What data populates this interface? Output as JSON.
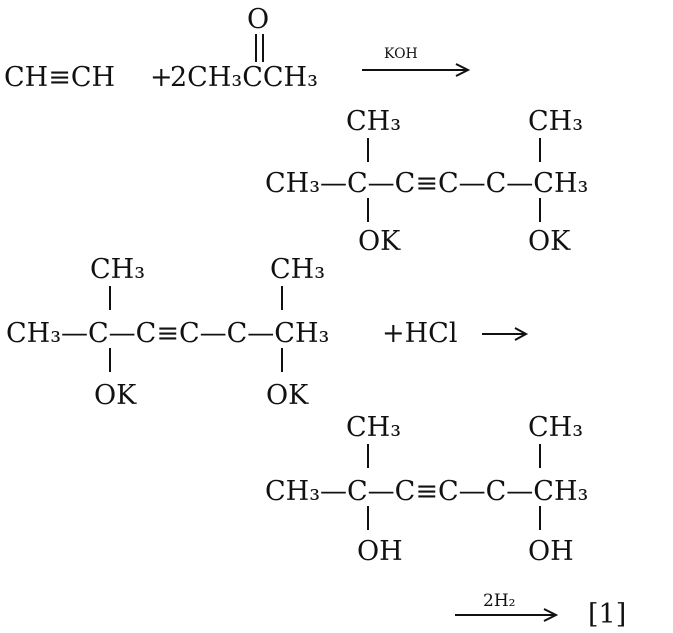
{
  "reaction1": {
    "ethyne": "CH≡CH",
    "plus": "+",
    "acetone_o": "O",
    "acetone_text": "2CH₃CCH₃",
    "reagent": "KOH",
    "product_top_left": "CH₃",
    "product_top_right": "CH₃",
    "product_chain": "CH₃—C—C≡C—C—CH₃",
    "product_bottom_left": "OK",
    "product_bottom_right": "OK"
  },
  "reaction2": {
    "reactant_top_left": "CH₃",
    "reactant_top_right": "CH₃",
    "reactant_chain": "CH₃—C—C≡C—C—CH₃",
    "plus_hcl": "+HCl",
    "reactant_bottom_left": "OK",
    "reactant_bottom_right": "OK",
    "product_top_left": "CH₃",
    "product_top_right": "CH₃",
    "product_chain": "CH₃—C—C≡C—C—CH₃",
    "product_bottom_left": "OH",
    "product_bottom_right": "OH"
  },
  "reaction3": {
    "reagent": "2H₂",
    "product_ref": "[1]"
  }
}
